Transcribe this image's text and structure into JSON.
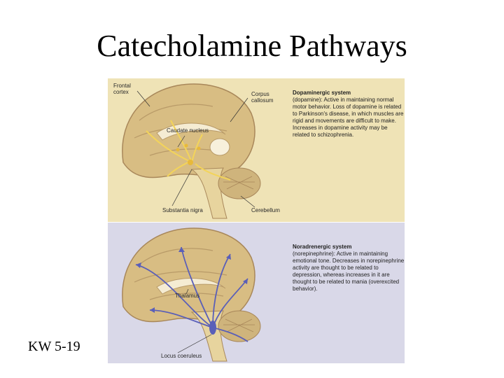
{
  "slide": {
    "title": "Catecholamine Pathways",
    "footer_code": "KW 5-19"
  },
  "figure": {
    "dopaminergic": {
      "labels": {
        "frontal_cortex": "Frontal\ncortex",
        "corpus_callosum": "Corpus\ncallosum",
        "caudate_nucleus": "Caudate nucleus",
        "substantia_nigra": "Substantia nigra",
        "cerebellum": "Cerebellum"
      },
      "heading": "Dopaminergic system",
      "description": "(dopamine): Active in maintaining normal motor behavior. Loss of dopamine is related to Parkinson's disease, in which muscles are rigid and movements are difficult to make. Increases in dopamine activity may be related to schizophrenia."
    },
    "noradrenergic": {
      "labels": {
        "thalamus": "Thalamus",
        "locus_coeruleus": "Locus coeruleus"
      },
      "heading": "Noradrenergic system",
      "description": "(norepinephrine): Active in maintaining emotional tone. Decreases in norepinephrine activity are thought to be related to depression, whereas increases in it are thought to be related to mania (overexcited behavior)."
    },
    "colors": {
      "top_bg": "#efe3b6",
      "bottom_bg": "#d9d8e8",
      "brain": "#d8bd83",
      "pathway_yellow": "#f3d45a",
      "pathway_blue": "#5a5fb8"
    }
  }
}
